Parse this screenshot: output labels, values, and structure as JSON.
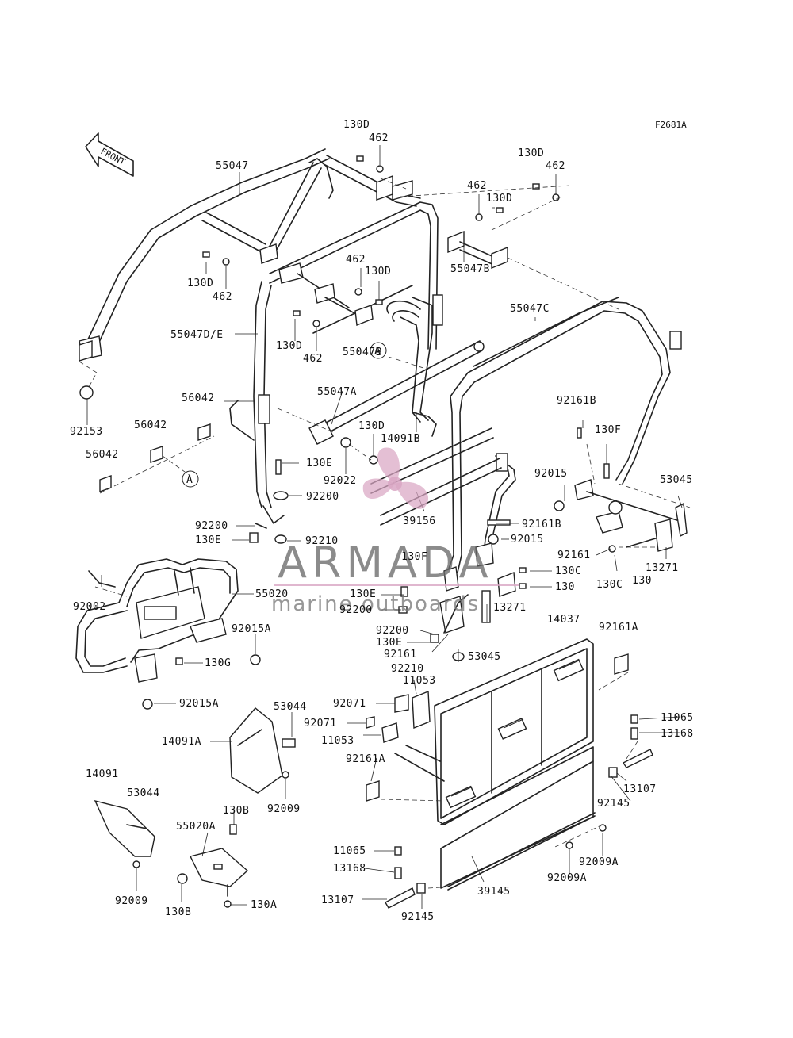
{
  "figure_code": "F2681A",
  "front_label": "FRONT",
  "watermark": {
    "brand": "ARMADA",
    "tagline": "marine outboards",
    "color": "#d9a6c4"
  },
  "labels": {
    "l_130d_top": "130D",
    "l_462_top": "462",
    "l_130d_r": "130D",
    "l_462_r": "462",
    "l_462_m": "462",
    "l_130d_m": "130D",
    "l_55047": "55047",
    "l_55047b_top": "55047B",
    "l_130d_left": "130D",
    "l_462_left": "462",
    "l_462_c": "462",
    "l_130d_c": "130D",
    "l_55047de": "55047D/E",
    "l_130d_c2": "130D",
    "l_462_c2": "462",
    "l_55047b_mid": "55047B",
    "l_55047c": "55047C",
    "l_55047a": "55047A",
    "l_56042_a": "56042",
    "l_92161b_top": "92161B",
    "l_130f_top": "130F",
    "l_92153": "92153",
    "l_56042_b": "56042",
    "l_56042_c": "56042",
    "l_130d_low": "130D",
    "l_14091b": "14091B",
    "l_92015_top": "92015",
    "l_53045_top": "53045",
    "l_130e_1": "130E",
    "l_92022": "92022",
    "l_92200_1": "92200",
    "l_39156": "39156",
    "l_92200_2": "92200",
    "l_130e_2": "130E",
    "l_92210_1": "92210",
    "l_92161b_mid": "92161B",
    "l_92015_mid": "92015",
    "l_92161": "92161",
    "l_13271_r": "13271",
    "l_130f_mid": "130F",
    "l_92002": "92002",
    "l_55020": "55020",
    "l_130c_1": "130C",
    "l_130_1": "130",
    "l_130c_2": "130C",
    "l_130_2": "130",
    "l_130e_3": "130E",
    "l_92200_3": "92200",
    "l_13271_m": "13271",
    "l_14037": "14037",
    "l_92161a_top": "92161A",
    "l_92015a_1": "92015A",
    "l_92200_4": "92200",
    "l_130e_4": "130E",
    "l_130g": "130G",
    "l_92161_low": "92161",
    "l_53045_low": "53045",
    "l_92210_2": "92210",
    "l_11053_1": "11053",
    "l_92015a_2": "92015A",
    "l_92071_1": "92071",
    "l_53044_top": "53044",
    "l_92071_2": "92071",
    "l_11053_2": "11053",
    "l_11065_r": "11065",
    "l_13168_r": "13168",
    "l_14091a": "14091A",
    "l_92161a_low": "92161A",
    "l_14091": "14091",
    "l_53044_low": "53044",
    "l_92009_m": "92009",
    "l_13107_r": "13107",
    "l_92145_r": "92145",
    "l_130b_1": "130B",
    "l_55020a": "55020A",
    "l_11065_l": "11065",
    "l_92009a_1": "92009A",
    "l_92009a_2": "92009A",
    "l_13168_l": "13168",
    "l_92009_l": "92009",
    "l_130b_2": "130B",
    "l_130a": "130A",
    "l_13107_l": "13107",
    "l_39145": "39145",
    "l_92145_l": "92145"
  }
}
